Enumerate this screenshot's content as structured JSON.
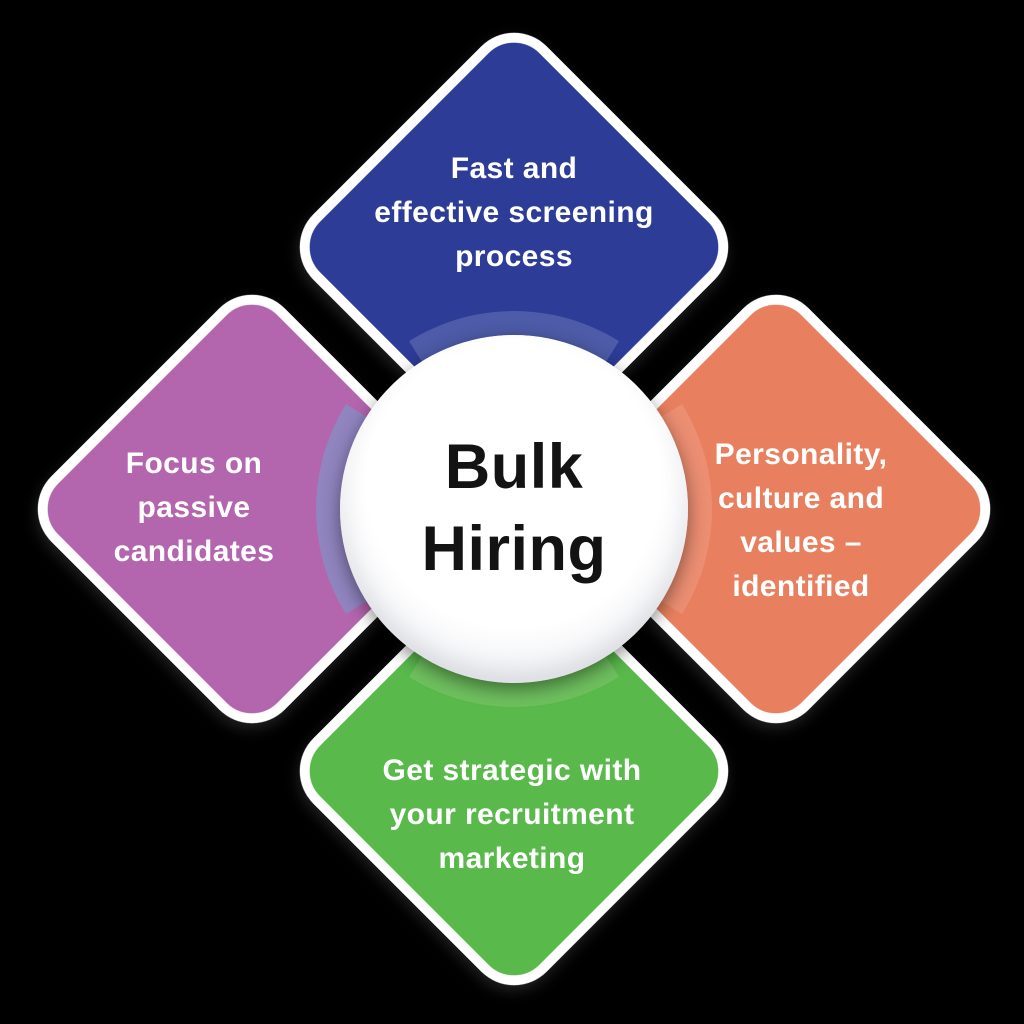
{
  "diagram_title": "Bulk Hiring",
  "center": {
    "title": "Bulk\nHiring",
    "circle_color": "#ffffff",
    "text_color": "#131313"
  },
  "background_color": "#000000",
  "border_color": "#ffffff",
  "nodes": [
    {
      "id": "top",
      "text": "Fast and\neffective screening\nprocess",
      "color": "#2c3c97",
      "halo_color": "#4d5ba8"
    },
    {
      "id": "right",
      "text": "Personality,\nculture and\nvalues –\nidentified",
      "color": "#e8805f",
      "halo_color": "#ec8e72"
    },
    {
      "id": "bottom",
      "text": "Get strategic with\nyour recruitment\nmarketing",
      "color": "#59b94b",
      "halo_color": "#6fc05f"
    },
    {
      "id": "left",
      "text": "Focus on\npassive\ncandidates",
      "color": "#b365ae",
      "halo_color": "#9185c0"
    }
  ],
  "halo": {
    "top": "#4d5ba8",
    "right": "#ec8e72",
    "bottom": "#6fc05f",
    "left": "#9185c0"
  }
}
